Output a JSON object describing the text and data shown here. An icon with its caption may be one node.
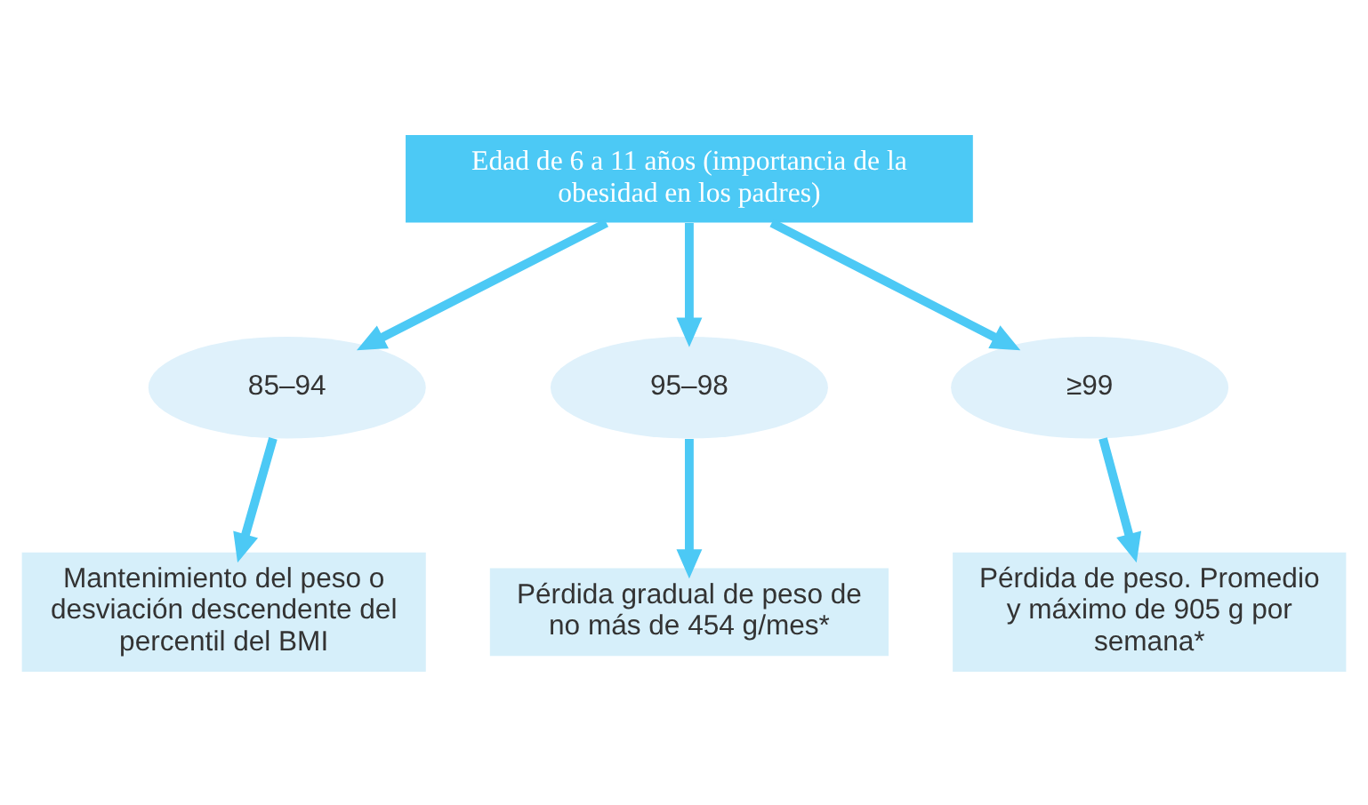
{
  "diagram": {
    "nodes": [
      {
        "text": [
          "Edad de 6 a 11 años (importancia de la obesidad en los padres)"
        ]
      },
      {
        "text": [
          "85–94"
        ]
      },
      {
        "text": [
          "95–98"
        ]
      },
      {
        "text": [
          "≥99"
        ]
      },
      {
        "text": [
          "Mantenimiento del peso o desviación descendente del percentil del BMI"
        ]
      },
      {
        "text": [
          "Pérdida gradual de peso de no más de 454 g/mes*"
        ]
      },
      {
        "text": [
          "Pérdida de peso. Promedio y máximo de 905 g por semana*"
        ]
      }
    ],
    "edges": [
      {
        "from": 0,
        "to": 1,
        "arrow": "to"
      },
      {
        "from": 0,
        "to": 2,
        "arrow": "to"
      },
      {
        "from": 0,
        "to": 3,
        "arrow": "to"
      },
      {
        "from": 1,
        "to": 4,
        "arrow": "to"
      },
      {
        "from": 2,
        "to": 5,
        "arrow": "to"
      },
      {
        "from": 3,
        "to": 6,
        "arrow": "to"
      }
    ]
  }
}
